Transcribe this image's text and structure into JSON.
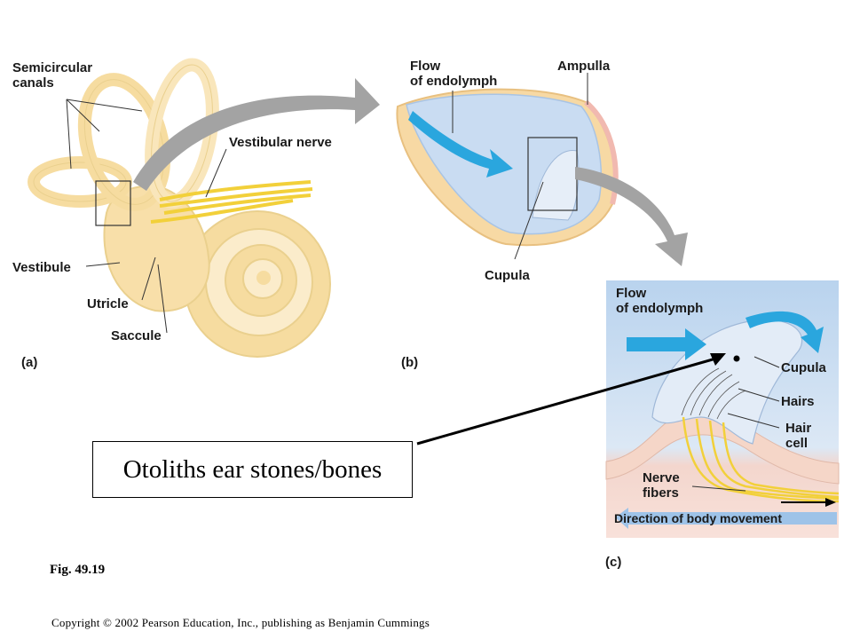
{
  "panel_a": {
    "tag": "(a)",
    "labels": {
      "semicircular_canals": "Semicircular\ncanals",
      "vestibular_nerve": "Vestibular nerve",
      "vestibule": "Vestibule",
      "utricle": "Utricle",
      "saccule": "Saccule"
    }
  },
  "panel_b": {
    "tag": "(b)",
    "labels": {
      "flow": "Flow\nof endolymph",
      "ampulla": "Ampulla",
      "cupula": "Cupula"
    }
  },
  "panel_c": {
    "tag": "(c)",
    "labels": {
      "flow": "Flow\nof endolymph",
      "cupula": "Cupula",
      "hairs": "Hairs",
      "hair_cell": "Hair\ncell",
      "nerve_fibers": "Nerve\nfibers",
      "direction": "Direction of body movement"
    }
  },
  "callout": {
    "text": "Otoliths ear stones/bones"
  },
  "figure_label": "Fig. 49.19",
  "copyright": "Copyright © 2002 Pearson Education, Inc., publishing as Benjamin Cummings",
  "colors": {
    "bone": "#f6dca0",
    "bone_light": "#fbeccb",
    "endolymph": "#c9dcf2",
    "flow_arrow": "#2aa6de",
    "gray_arrow": "#a3a3a3",
    "nerve": "#f2d03a",
    "tissue_pink": "#f1c9bf"
  }
}
